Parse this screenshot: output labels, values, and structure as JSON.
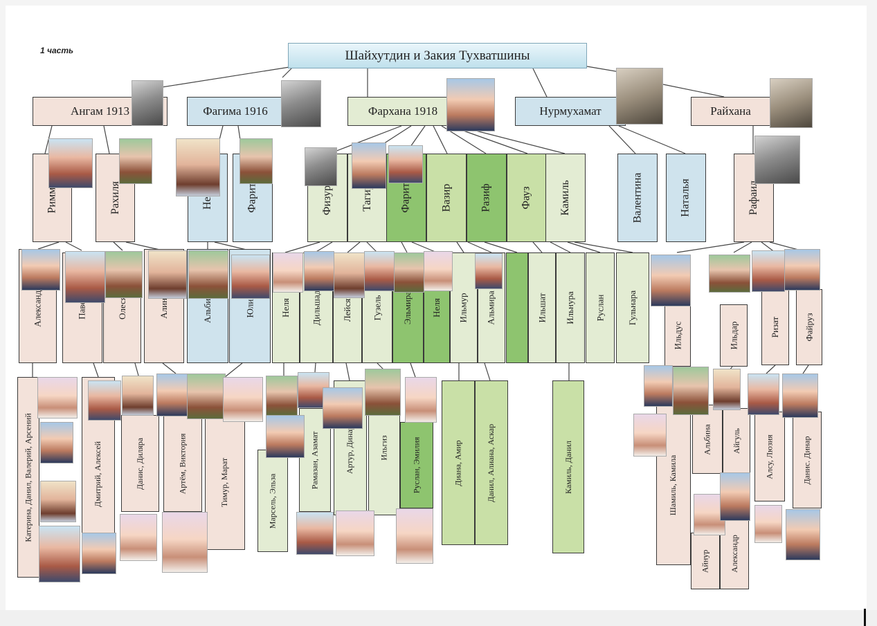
{
  "part_label": "1 часть",
  "root": "Шайхутдин и Закия Тухватшины",
  "gen1": [
    {
      "key": "angam",
      "label": "Ангам 1913"
    },
    {
      "key": "fagima",
      "label": "Фагима 1916"
    },
    {
      "key": "farhana",
      "label": "Фархана 1918"
    },
    {
      "key": "nurmuhamat",
      "label": "Нурмухамат"
    },
    {
      "key": "rayhana",
      "label": "Райхана"
    }
  ],
  "gen2": [
    {
      "key": "rimma",
      "label": "Римма"
    },
    {
      "key": "rahilya",
      "label": "Рахиля"
    },
    {
      "key": "nelya",
      "label": "Неля"
    },
    {
      "key": "farit1",
      "label": "Фарит"
    },
    {
      "key": "fizura",
      "label": "Физура"
    },
    {
      "key": "tagir",
      "label": "Тагир"
    },
    {
      "key": "farit2",
      "label": "Фарит"
    },
    {
      "key": "vazir",
      "label": "Вазир"
    },
    {
      "key": "razif",
      "label": "Разиф"
    },
    {
      "key": "fauz",
      "label": "Фауз"
    },
    {
      "key": "kamil",
      "label": "Камиль"
    },
    {
      "key": "valentina",
      "label": "Валентина"
    },
    {
      "key": "natalya",
      "label": "Наталья"
    },
    {
      "key": "rafail",
      "label": "Рафаил"
    }
  ],
  "gen3": [
    {
      "key": "aleksandr",
      "label": "Александр"
    },
    {
      "key": "pavel",
      "label": "Павел"
    },
    {
      "key": "olesya",
      "label": "Олеся"
    },
    {
      "key": "alina",
      "label": "Алина"
    },
    {
      "key": "albina",
      "label": "Альбина"
    },
    {
      "key": "yuliya",
      "label": "Юлия"
    },
    {
      "key": "nelya2",
      "label": "Неля"
    },
    {
      "key": "dilshad",
      "label": "Дильшад"
    },
    {
      "key": "leysan",
      "label": "Лейсян"
    },
    {
      "key": "guzel",
      "label": "Гузель"
    },
    {
      "key": "elmira",
      "label": "Эльмира"
    },
    {
      "key": "nelya3",
      "label": "Неля"
    },
    {
      "key": "ilmur",
      "label": "Ильмур"
    },
    {
      "key": "almira",
      "label": "Альмира"
    },
    {
      "key": "blank",
      "label": ""
    },
    {
      "key": "ilshat",
      "label": "Ильшат"
    },
    {
      "key": "ilnura",
      "label": "Ильнура"
    },
    {
      "key": "ruslan",
      "label": "Руслан"
    },
    {
      "key": "gulnara",
      "label": "Гульнара"
    },
    {
      "key": "ilyus",
      "label": "Ильдус"
    },
    {
      "key": "ildar",
      "label": "Ильдар"
    },
    {
      "key": "rizat",
      "label": "Ризат"
    },
    {
      "key": "fayruz",
      "label": "Файруз"
    }
  ],
  "gen4": [
    {
      "key": "katerina",
      "label": "Катерина, Данил, Валерий, Арсений"
    },
    {
      "key": "dmitriy",
      "label": "Дмитрий, Алексей"
    },
    {
      "key": "danis",
      "label": "Данис, Диляра"
    },
    {
      "key": "artem",
      "label": "Артём, Виктория"
    },
    {
      "key": "timur",
      "label": "Тимур, Марат"
    },
    {
      "key": "marsel",
      "label": "Марсель, Эльза"
    },
    {
      "key": "ramazan",
      "label": "Рамазан, Азамат"
    },
    {
      "key": "artur",
      "label": "Артур, Динара"
    },
    {
      "key": "ilgiz",
      "label": "Ильгиз"
    },
    {
      "key": "ruslan_emiliya",
      "label": "Руслан, Эмилия"
    },
    {
      "key": "diana",
      "label": "Диана, Амир"
    },
    {
      "key": "danil_aliana",
      "label": "Данил, Алиана, Аскар"
    },
    {
      "key": "kamil_danil",
      "label": "Камиль, Данил"
    },
    {
      "key": "shamil",
      "label": "Шамиль, Камила"
    },
    {
      "key": "albina2",
      "label": "Альбина"
    },
    {
      "key": "aygul",
      "label": "Айгуль"
    },
    {
      "key": "alsu",
      "label": "Алсу, Люзия"
    },
    {
      "key": "danis_dinar",
      "label": "Данис. Динар"
    },
    {
      "key": "aynur",
      "label": "Айнур"
    },
    {
      "key": "aleksandr2",
      "label": "Александр"
    }
  ]
}
